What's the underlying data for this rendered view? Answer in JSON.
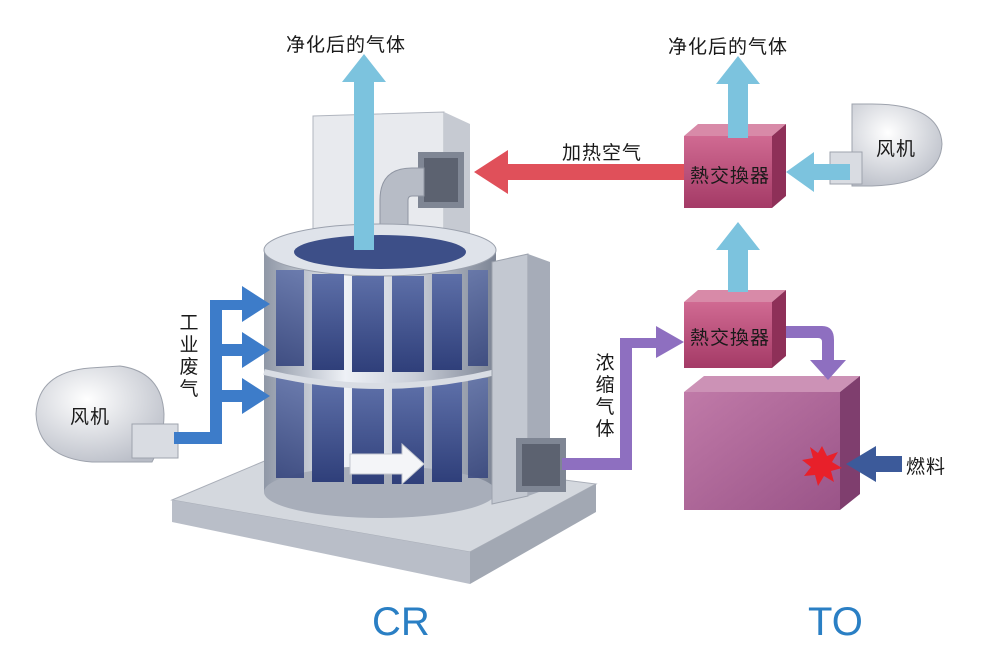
{
  "labels": {
    "purified_gas_left": "净化后的气体",
    "purified_gas_right": "净化后的气体",
    "heated_air": "加热空气",
    "heat_exchanger_top": "熱交換器",
    "heat_exchanger_bottom": "熱交換器",
    "fan_right": "风机",
    "fan_left": "风机",
    "industrial_exhaust": "工业废气",
    "concentrated_gas": "浓缩气体",
    "fuel": "燃料",
    "cr": "CR",
    "to": "TO"
  },
  "colors": {
    "arrow_blue_light": "#7cc3de",
    "arrow_blue_dark": "#3d7cc9",
    "arrow_red": "#e0505a",
    "arrow_purple": "#8e6fc0",
    "arrow_navy": "#3c5a9a",
    "heat_exchanger": "#c04a78",
    "to_box": "#b5669a",
    "label_blue": "#2a7fc4"
  }
}
